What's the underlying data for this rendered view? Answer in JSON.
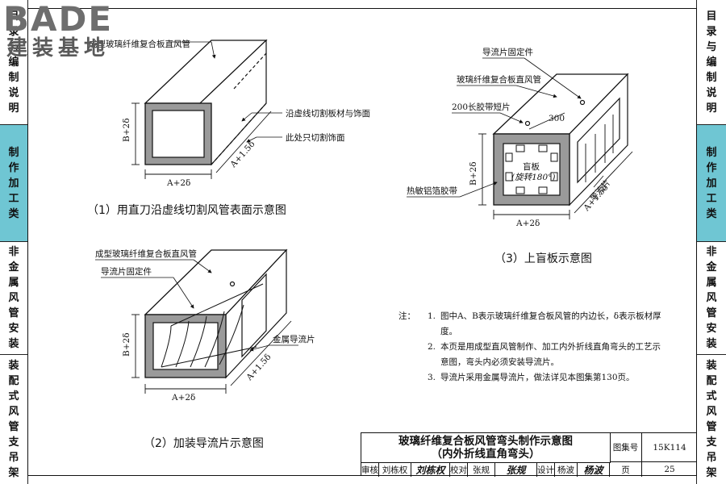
{
  "logo": {
    "brand": "BADE",
    "subtitle": "建装基地"
  },
  "sidebar_left": [
    {
      "text": "目录与编制说明",
      "active": false
    },
    {
      "text": "制作加工类",
      "active": true
    },
    {
      "text": "非金属风管安装",
      "active": false
    },
    {
      "text": "装配式风管支吊架",
      "active": false
    }
  ],
  "sidebar_right": [
    {
      "text": "目录与编制说明",
      "active": false
    },
    {
      "text": "制作加工类",
      "active": true
    },
    {
      "text": "非金属风管安装",
      "active": false
    },
    {
      "text": "装配式风管支吊架",
      "active": false
    }
  ],
  "fig1": {
    "caption": "（1）用直刀沿虚线切割风管表面示意图",
    "label_top": "成型玻璃纤维复合板直风管",
    "label_cut": "沿虚线切割板材与饰面",
    "label_face": "此处只切割饰面",
    "dim_h": "B+2δ",
    "dim_w": "A+2δ",
    "dim_d": "A+1.5δ"
  },
  "fig2": {
    "caption": "（2）加装导流片示意图",
    "label_top": "成型玻璃纤维复合板直风管",
    "label_fix": "导流片固定件",
    "label_vane": "金属导流片",
    "dim_h": "B+2δ",
    "dim_w": "A+2δ",
    "dim_d": "A+1.5δ"
  },
  "fig3": {
    "caption": "（3）上盲板示意图",
    "label_fix": "导流片固定件",
    "label_duct": "玻璃纤维复合板直风管",
    "label_tape": "200长胶带短片",
    "label_spacing": "300",
    "label_blind1": "盲板",
    "label_blind2": "(旋转180°)",
    "label_vane": "导流片",
    "label_foil": "热敏铝箔胶带",
    "dim_h": "B+2δ",
    "dim_w": "A+2δ",
    "dim_d": "A+1.5δ"
  },
  "notes": {
    "prefix": "注：",
    "items": [
      {
        "num": "1.",
        "text": "图中A、B表示玻璃纤维复合板风管的内边长，δ表示板材厚度。"
      },
      {
        "num": "2.",
        "text": "本页是用成型直风管制作、加工内外折线直角弯头的工艺示意图，弯头内必须安装导流片。"
      },
      {
        "num": "3.",
        "text": "导流片采用金属导流片，做法详见本图集第130页。"
      }
    ]
  },
  "titleblock": {
    "title1": "玻璃纤维复合板风管弯头制作示意图",
    "title2": "（内外折线直角弯头）",
    "atlas_label": "图集号",
    "atlas_no": "15K114",
    "review_label": "审核",
    "reviewer": "刘栋权",
    "reviewer_sig": "刘栋权",
    "check_label": "校对",
    "checker": "张规",
    "checker_sig": "张规",
    "design_label": "设计",
    "designer": "杨波",
    "designer_sig": "杨波",
    "page_label": "页",
    "page_no": "25"
  }
}
